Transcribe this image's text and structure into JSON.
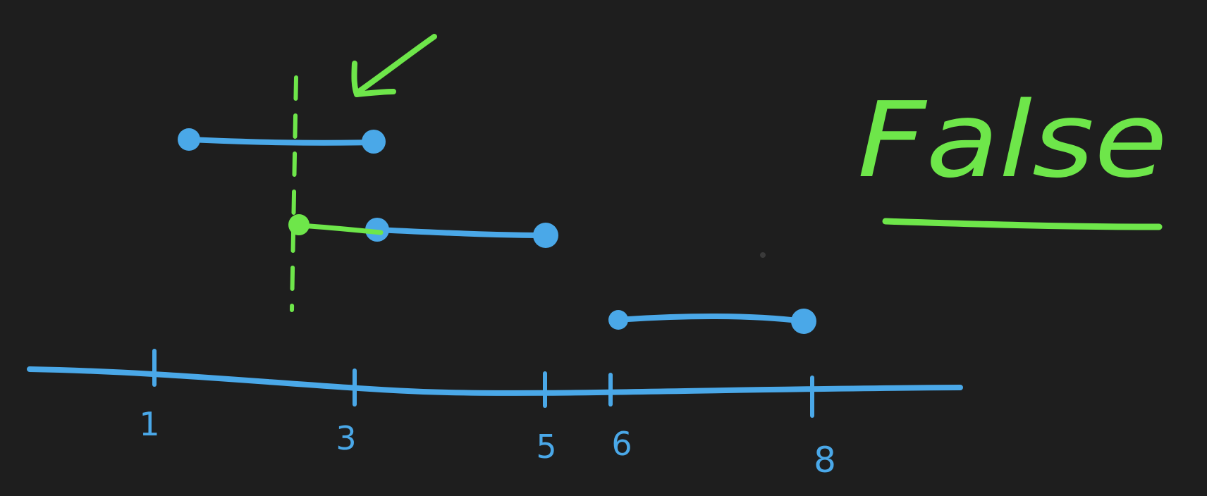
{
  "axis": {
    "tick_labels": [
      "1",
      "3",
      "5",
      "6",
      "8"
    ]
  },
  "intervals": [
    {
      "start": 1,
      "end": 3
    },
    {
      "start": 3,
      "end": 5
    },
    {
      "start": 6,
      "end": 8
    }
  ],
  "annotation": {
    "text": "False"
  },
  "colors": {
    "background": "#1e1e1e",
    "blue": "#4aa8e8",
    "green": "#6ee64a"
  }
}
